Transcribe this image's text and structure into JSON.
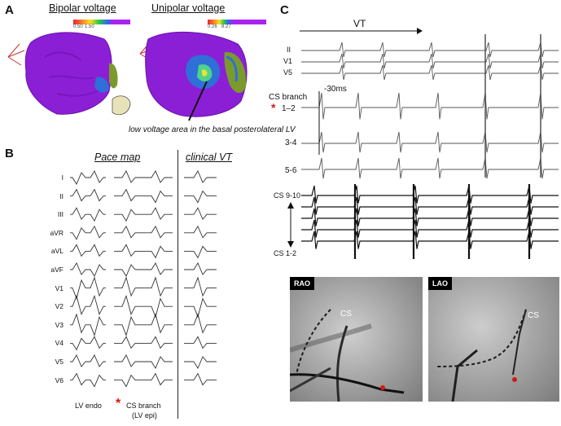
{
  "panel_a": {
    "letter": "A",
    "bipolar_title": "Bipolar voltage",
    "unipolar_title": "Unipolar voltage",
    "bipolar_scale_low": "0.50",
    "bipolar_scale_high": "1.50",
    "unipolar_scale_low": "0.26",
    "unipolar_scale_high": "8.27",
    "caption": "low voltage area in the basal posterolateral LV",
    "colors": {
      "scar": "#8b1fd6",
      "border_green": "#7a9b2c",
      "border_blue": "#2f6fd8"
    }
  },
  "panel_b": {
    "letter": "B",
    "pace_map_title": "Pace map",
    "clinical_title": "clinical VT",
    "leads": [
      "I",
      "II",
      "III",
      "aVR",
      "aVL",
      "aVF",
      "V1",
      "V2",
      "V3",
      "V4",
      "V5",
      "V6"
    ],
    "footer_lv_endo": "LV endo",
    "footer_cs_branch": "CS branch",
    "footer_lv_epi": "(LV epi)",
    "star": "*"
  },
  "panel_c": {
    "letter": "C",
    "vt_label": "VT",
    "surface_leads": [
      "II",
      "V1",
      "V5"
    ],
    "cs_branch_label": "CS branch",
    "cs_branch_leads": [
      "1–2",
      "3-4",
      "5-6"
    ],
    "interval": "-30ms",
    "cs_top": "CS 9-10",
    "cs_bottom": "CS 1-2",
    "star": "*",
    "fluoro": [
      {
        "view": "RAO",
        "cs": "CS"
      },
      {
        "view": "LAO",
        "cs": "CS"
      }
    ]
  }
}
